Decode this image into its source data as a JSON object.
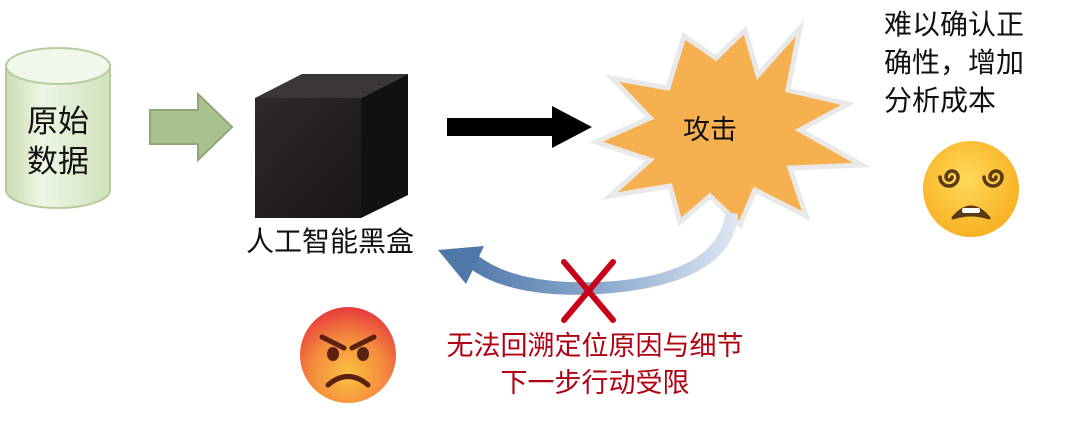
{
  "raw_data": {
    "label_line1": "原始",
    "label_line2": "数据"
  },
  "black_box": {
    "label": "人工智能黑盒"
  },
  "attack": {
    "label": "攻击"
  },
  "difficulty": {
    "line1": "难以确认正",
    "line2": "确性，增加",
    "line3": "分析成本"
  },
  "failure": {
    "line1": "无法回溯定位原因与细节",
    "line2": "下一步行动受限"
  },
  "icons": {
    "database": "database-cylinder-icon",
    "arrow_in": "arrow-right-icon",
    "arrow_out": "arrow-right-icon",
    "black_box": "black-cube-icon",
    "attack": "explosion-starburst-icon",
    "dizzy_face": "dizzy-face-icon",
    "angry_face": "angry-face-icon",
    "back_arrow": "curved-return-arrow-icon",
    "blocked": "red-cross-icon"
  },
  "colors": {
    "cylinder_fill": "#dceccb",
    "arrow_green": "#a9c08f",
    "starburst": "#f7b04f",
    "curve_blue": "#5a82b0",
    "cross_red": "#c90019",
    "failure_text": "#b00012",
    "emoji_yellow": "#fcc230",
    "emoji_angry": "#ee5a40"
  }
}
